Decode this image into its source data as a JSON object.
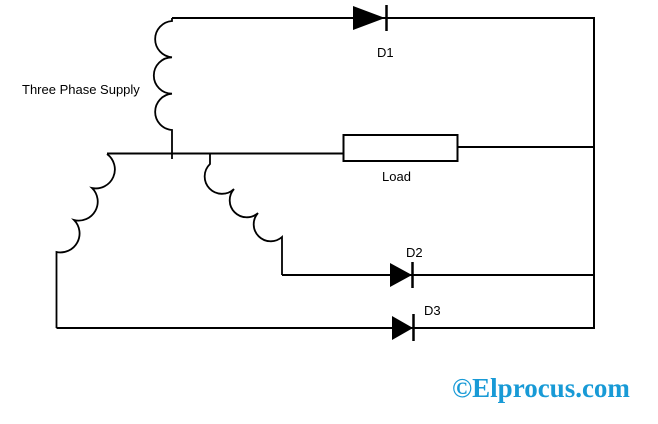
{
  "diagram": {
    "supply_label": "Three Phase Supply",
    "load_label": "Load",
    "diodes": [
      {
        "id": "d1",
        "label": "D1"
      },
      {
        "id": "d2",
        "label": "D2"
      },
      {
        "id": "d3",
        "label": "D3"
      }
    ],
    "watermark": "©Elprocus.com",
    "colors": {
      "line": "#000000",
      "text": "#000000",
      "watermark": "#189AD6",
      "background": "#FFFFFF"
    }
  }
}
